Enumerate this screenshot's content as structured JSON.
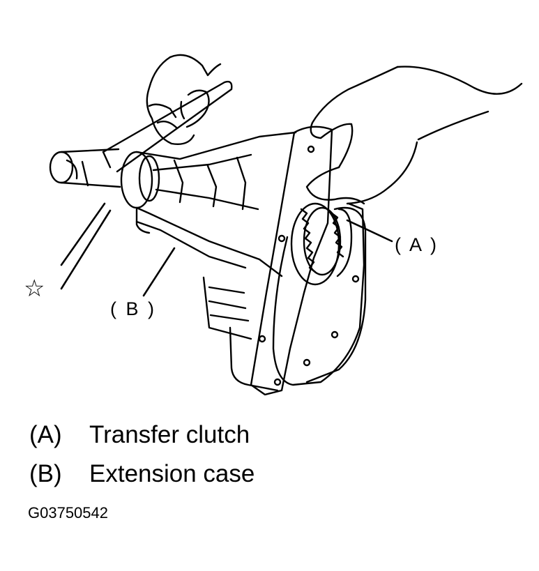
{
  "callouts": {
    "a": "( A )",
    "b": "( B )",
    "star": "☆"
  },
  "legend": [
    {
      "key": "(A)",
      "text": "Transfer clutch"
    },
    {
      "key": "(B)",
      "text": "Extension case"
    }
  ],
  "figure_id": "G03750542"
}
